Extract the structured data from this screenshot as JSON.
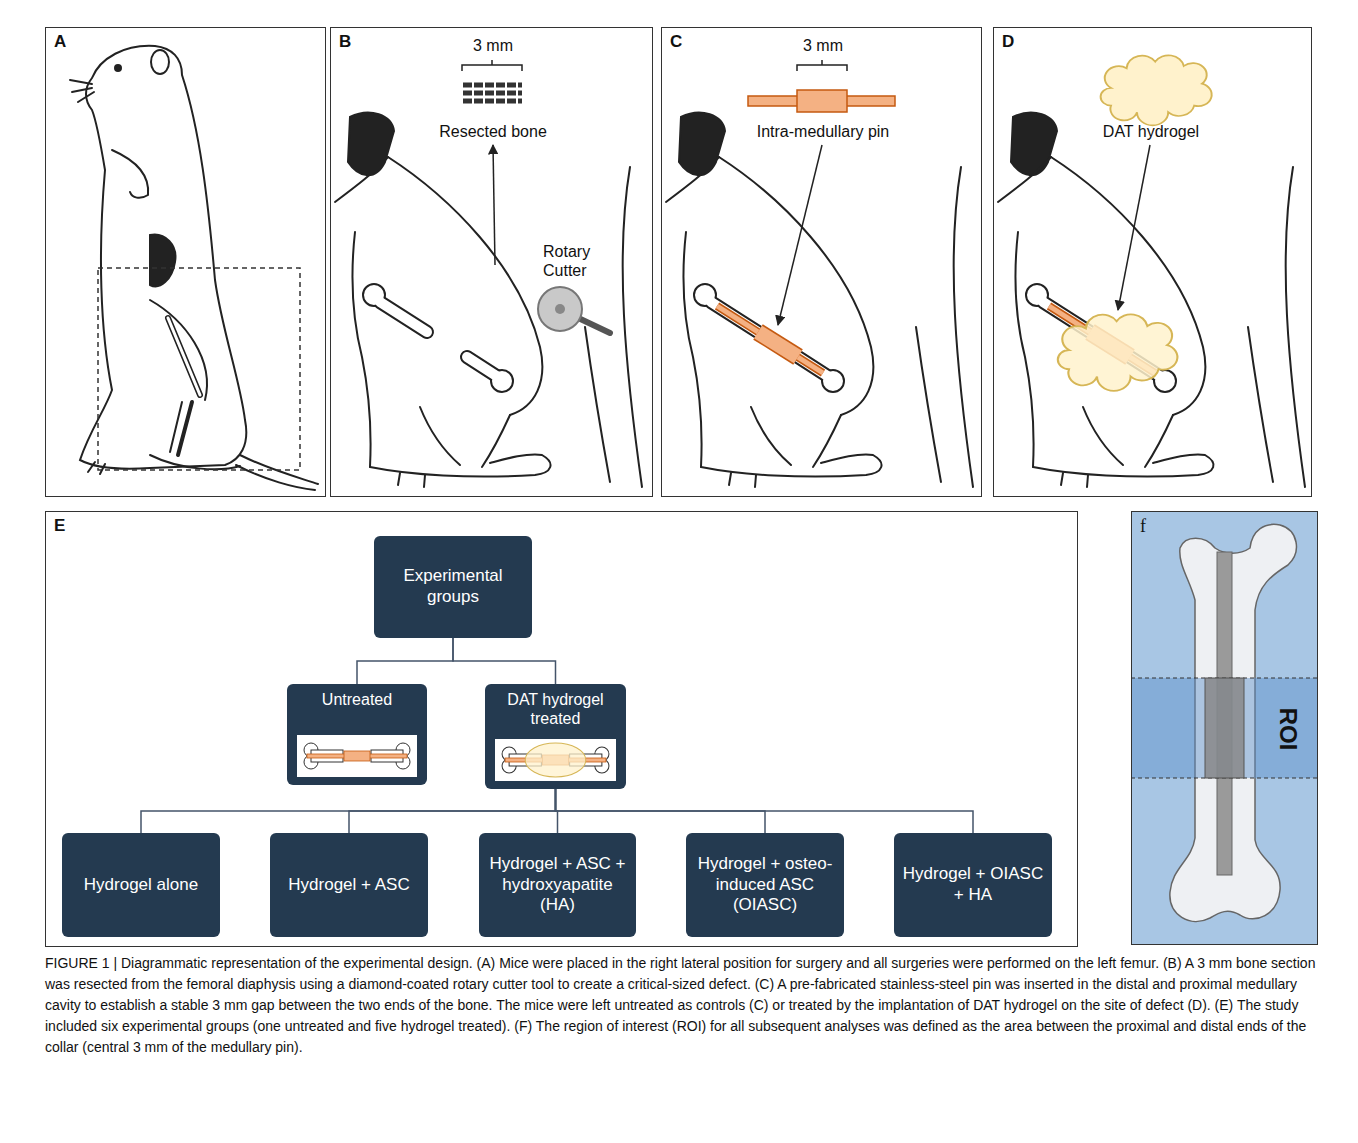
{
  "diagram": {
    "caption": "FIGURE 1 | Diagrammatic representation of the experimental design. (A) Mice were placed in the right lateral position for surgery and all surgeries were performed on the left femur. (B) A 3 mm bone section was resected from the femoral diaphysis using a diamond-coated rotary cutter tool to create a critical-sized defect. (C) A pre-fabricated stainless-steel pin was inserted in the distal and proximal medullary cavity to establish a stable 3 mm gap between the two ends of the bone. The mice were left untreated as controls (C) or treated by the implantation of DAT hydrogel on the site of defect (D). (E) The study included six experimental groups (one untreated and five hydrogel treated). (F) The region of interest (ROI) for all subsequent analyses was defined as the area between the proximal and distal ends of the collar (central 3 mm of the medullary pin).",
    "nodes": [
      {
        "text": [
          "A"
        ]
      },
      {
        "text": [
          "B",
          "3 mm",
          "Resected bone",
          "Rotary Cutter"
        ]
      },
      {
        "text": [
          "C",
          "3 mm",
          "Intra-medullary pin"
        ]
      },
      {
        "text": [
          "D",
          "DAT hydrogel"
        ]
      },
      {
        "text": [
          "E"
        ]
      },
      {
        "text": [
          "Experimental groups"
        ],
        "in": 4
      },
      {
        "text": [
          "Untreated"
        ],
        "in": 4
      },
      {
        "text": [
          "DAT hydrogel treated"
        ],
        "in": 4
      },
      {
        "text": [
          "Hydrogel alone"
        ],
        "in": 4
      },
      {
        "text": [
          "Hydrogel + ASC"
        ],
        "in": 4
      },
      {
        "text": [
          "Hydrogel + ASC + hydroxyapatite (HA)"
        ],
        "in": 4
      },
      {
        "text": [
          "Hydrogel + osteo-induced ASC (OIASC)"
        ],
        "in": 4
      },
      {
        "text": [
          "Hydrogel + OIASC + HA"
        ],
        "in": 4
      },
      {
        "text": [
          "f",
          "ROI"
        ]
      }
    ],
    "edges": [
      {
        "from": 5,
        "to": 6,
        "arrow": "none"
      },
      {
        "from": 5,
        "to": 7,
        "arrow": "none"
      },
      {
        "from": 7,
        "to": 8,
        "arrow": "none"
      },
      {
        "from": 7,
        "to": 9,
        "arrow": "none"
      },
      {
        "from": 7,
        "to": 10,
        "arrow": "none"
      },
      {
        "from": 7,
        "to": 11,
        "arrow": "none"
      },
      {
        "from": 7,
        "to": 12,
        "arrow": "none"
      }
    ]
  }
}
